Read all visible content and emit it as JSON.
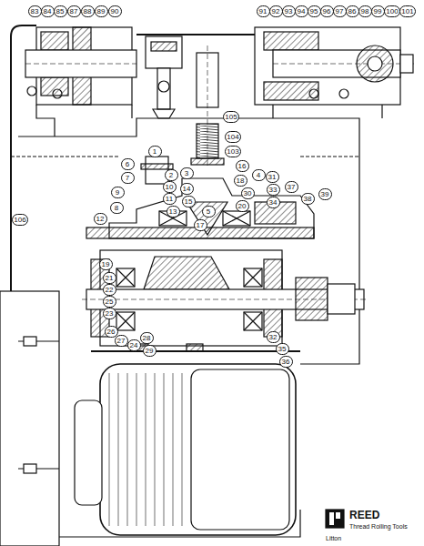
{
  "diagram": {
    "labels": [
      "83",
      "84",
      "85",
      "87",
      "88",
      "89",
      "90",
      "91",
      "92",
      "93",
      "94",
      "95",
      "96",
      "97",
      "86",
      "98",
      "99",
      "100",
      "101",
      "105",
      "104",
      "103",
      "1",
      "6",
      "16",
      "2",
      "3",
      "4",
      "31",
      "7",
      "18",
      "33",
      "37",
      "10",
      "9",
      "30",
      "34",
      "39",
      "38",
      "14",
      "11",
      "20",
      "15",
      "13",
      "5",
      "8",
      "12",
      "106",
      "17",
      "19",
      "21",
      "22",
      "25",
      "23",
      "26",
      "27",
      "24",
      "28",
      "29",
      "32",
      "35",
      "36",
      "REED",
      "Thread Rolling Tools",
      "Litton"
    ]
  }
}
